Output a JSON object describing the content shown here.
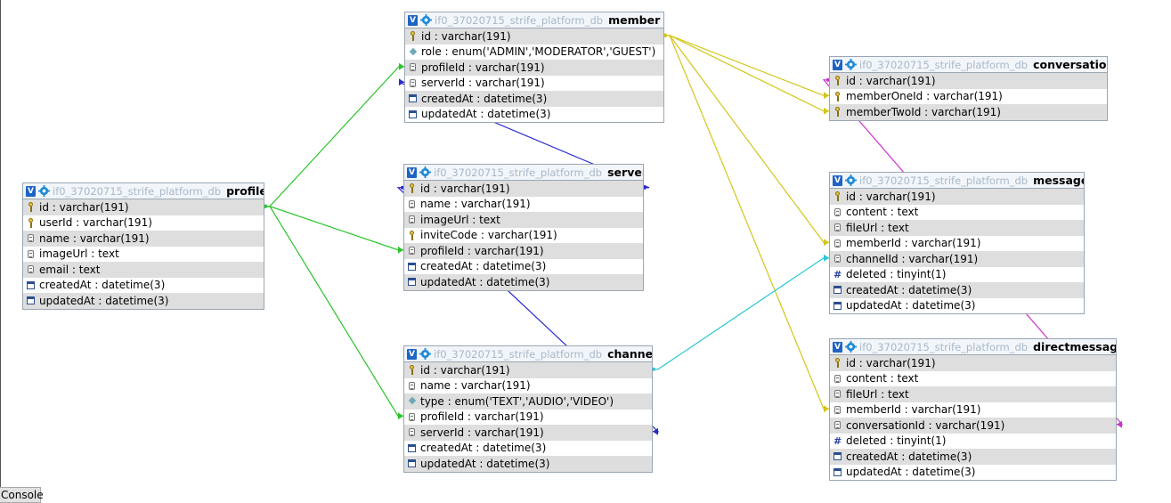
{
  "database": "if0_37020715_strife_platform_db",
  "toggle_glyph": "V",
  "console_label": "Console",
  "colors": {
    "green": "#2bc42b",
    "blue": "#2a2ad0",
    "yellow": "#d4c61a",
    "cyan": "#29c7d6",
    "magenta": "#cc33cc"
  },
  "tables": {
    "member": {
      "name": "member",
      "columns": [
        {
          "icon": "key-icon",
          "text": "id : varchar(191)"
        },
        {
          "icon": "enum-icon",
          "text": "role : enum('ADMIN','MODERATOR','GUEST')"
        },
        {
          "icon": "text-icon",
          "text": "profileId : varchar(191)"
        },
        {
          "icon": "text-icon",
          "text": "serverId : varchar(191)"
        },
        {
          "icon": "date-icon",
          "text": "createdAt : datetime(3)"
        },
        {
          "icon": "date-icon",
          "text": "updatedAt : datetime(3)"
        }
      ]
    },
    "server": {
      "name": "server",
      "columns": [
        {
          "icon": "key-icon",
          "text": "id : varchar(191)"
        },
        {
          "icon": "text-icon",
          "text": "name : varchar(191)"
        },
        {
          "icon": "text-icon",
          "text": "imageUrl : text"
        },
        {
          "icon": "key-icon",
          "text": "inviteCode : varchar(191)"
        },
        {
          "icon": "text-icon",
          "text": "profileId : varchar(191)"
        },
        {
          "icon": "date-icon",
          "text": "createdAt : datetime(3)"
        },
        {
          "icon": "date-icon",
          "text": "updatedAt : datetime(3)"
        }
      ]
    },
    "channel": {
      "name": "channel",
      "columns": [
        {
          "icon": "key-icon",
          "text": "id : varchar(191)"
        },
        {
          "icon": "text-icon",
          "text": "name : varchar(191)"
        },
        {
          "icon": "enum-icon",
          "text": "type : enum('TEXT','AUDIO','VIDEO')"
        },
        {
          "icon": "text-icon",
          "text": "profileId : varchar(191)"
        },
        {
          "icon": "text-icon",
          "text": "serverId : varchar(191)"
        },
        {
          "icon": "date-icon",
          "text": "createdAt : datetime(3)"
        },
        {
          "icon": "date-icon",
          "text": "updatedAt : datetime(3)"
        }
      ]
    },
    "profile": {
      "name": "profile",
      "columns": [
        {
          "icon": "key-icon",
          "text": "id : varchar(191)"
        },
        {
          "icon": "key-icon",
          "text": "userId : varchar(191)"
        },
        {
          "icon": "text-icon",
          "text": "name : varchar(191)"
        },
        {
          "icon": "text-icon",
          "text": "imageUrl : text"
        },
        {
          "icon": "text-icon",
          "text": "email : text"
        },
        {
          "icon": "date-icon",
          "text": "createdAt : datetime(3)"
        },
        {
          "icon": "date-icon",
          "text": "updatedAt : datetime(3)"
        }
      ]
    },
    "conversation": {
      "name": "conversation",
      "columns": [
        {
          "icon": "key-icon",
          "text": "id : varchar(191)"
        },
        {
          "icon": "key-icon",
          "text": "memberOneId : varchar(191)"
        },
        {
          "icon": "key-icon",
          "text": "memberTwoId : varchar(191)"
        }
      ]
    },
    "message": {
      "name": "message",
      "columns": [
        {
          "icon": "key-icon",
          "text": "id : varchar(191)"
        },
        {
          "icon": "text-icon",
          "text": "content : text"
        },
        {
          "icon": "text-icon",
          "text": "fileUrl : text"
        },
        {
          "icon": "text-icon",
          "text": "memberId : varchar(191)"
        },
        {
          "icon": "text-icon",
          "text": "channelId : varchar(191)"
        },
        {
          "icon": "number-icon",
          "text": "deleted : tinyint(1)"
        },
        {
          "icon": "date-icon",
          "text": "createdAt : datetime(3)"
        },
        {
          "icon": "date-icon",
          "text": "updatedAt : datetime(3)"
        }
      ]
    },
    "directmessage": {
      "name": "directmessage",
      "columns": [
        {
          "icon": "key-icon",
          "text": "id : varchar(191)"
        },
        {
          "icon": "text-icon",
          "text": "content : text"
        },
        {
          "icon": "text-icon",
          "text": "fileUrl : text"
        },
        {
          "icon": "text-icon",
          "text": "memberId : varchar(191)"
        },
        {
          "icon": "text-icon",
          "text": "conversationId : varchar(191)"
        },
        {
          "icon": "number-icon",
          "text": "deleted : tinyint(1)"
        },
        {
          "icon": "date-icon",
          "text": "createdAt : datetime(3)"
        },
        {
          "icon": "date-icon",
          "text": "updatedAt : datetime(3)"
        }
      ]
    }
  },
  "relations": [
    {
      "from": "member.profileId",
      "to": "profile.id",
      "color": "green"
    },
    {
      "from": "server.profileId",
      "to": "profile.id",
      "color": "green"
    },
    {
      "from": "channel.profileId",
      "to": "profile.id",
      "color": "green"
    },
    {
      "from": "member.serverId",
      "to": "server.id",
      "color": "blue"
    },
    {
      "from": "channel.serverId",
      "to": "server.id",
      "color": "blue"
    },
    {
      "from": "conversation.memberOneId",
      "to": "member.id",
      "color": "yellow"
    },
    {
      "from": "conversation.memberTwoId",
      "to": "member.id",
      "color": "yellow"
    },
    {
      "from": "message.memberId",
      "to": "member.id",
      "color": "yellow"
    },
    {
      "from": "directmessage.memberId",
      "to": "member.id",
      "color": "yellow"
    },
    {
      "from": "message.channelId",
      "to": "channel.id",
      "color": "cyan"
    },
    {
      "from": "directmessage.conversationId",
      "to": "conversation.id",
      "color": "magenta"
    }
  ]
}
